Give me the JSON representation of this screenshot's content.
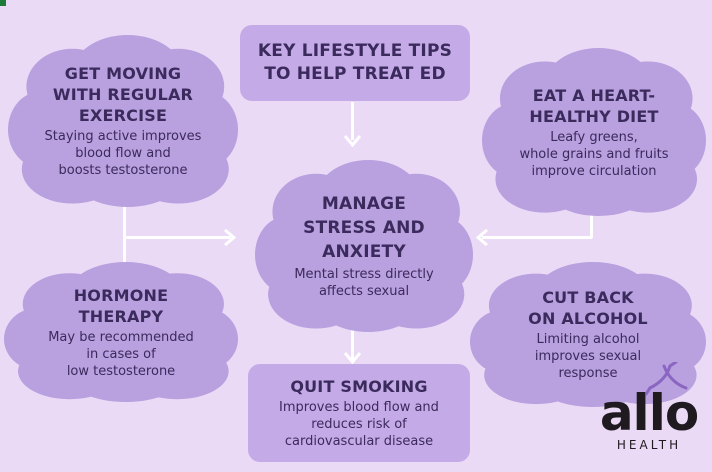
{
  "title": {
    "heading": "KEY LIFESTYLE TIPS\nTO HELP TREAT ED"
  },
  "tips": [
    {
      "heading": "GET MOVING\nWITH REGULAR\nEXERCISE",
      "body": "Staying active improves\nblood flow and\nboosts testosterone"
    },
    {
      "heading": "EAT A HEART-\nHEALTHY DIET",
      "body": "Leafy greens,\nwhole grains and fruits\nimprove circulation"
    },
    {
      "heading": "MANAGE\nSTRESS AND\nANXIETY",
      "body": "Mental stress directly\naffects sexual"
    },
    {
      "heading": "HORMONE\nTHERAPY",
      "body": "May be recommended\nin cases of\nlow testosterone"
    },
    {
      "heading": "CUT BACK\nON ALCOHOL",
      "body": "Limiting alcohol\nimproves sexual\nresponse"
    },
    {
      "heading": "QUIT SMOKING",
      "body": "Improves blood flow and\nreduces risk of\ncardiovascular disease"
    }
  ],
  "logo": {
    "wordmark": "allo",
    "sub": "HEALTH"
  },
  "colors": {
    "background": "#ebdaf6",
    "cloud": "#b9a0df",
    "box": "#c5aae8",
    "text": "#3b2a5c"
  }
}
